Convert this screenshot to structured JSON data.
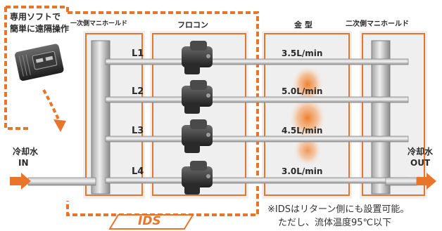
{
  "software_label": [
    "専用ソフトで",
    "簡単に遠隔操作"
  ],
  "primary_manifold_label": "一次側マニホールド",
  "flowcon_label": "フロコン",
  "mold_label": "金 型",
  "secondary_manifold_label": "二次側マニホールド",
  "lines": [
    {
      "id": "L1",
      "flow": "3.5L/min"
    },
    {
      "id": "L2",
      "flow": "5.0L/min"
    },
    {
      "id": "L3",
      "flow": "4.5L/min"
    },
    {
      "id": "L4",
      "flow": "3.0L/min"
    }
  ],
  "inlet_label": [
    "冷却水",
    "IN"
  ],
  "outlet_label": [
    "冷却水",
    "OUT"
  ],
  "ids_badge": "IDS",
  "note": [
    "※IDSはリターン側にも設置可能。",
    "ただし、流体温度95℃以下"
  ],
  "colors": {
    "orange": "#e8752a",
    "panel_bg": "#efefef",
    "pipe": "#a9a9a9",
    "heat": "#f07a20"
  }
}
